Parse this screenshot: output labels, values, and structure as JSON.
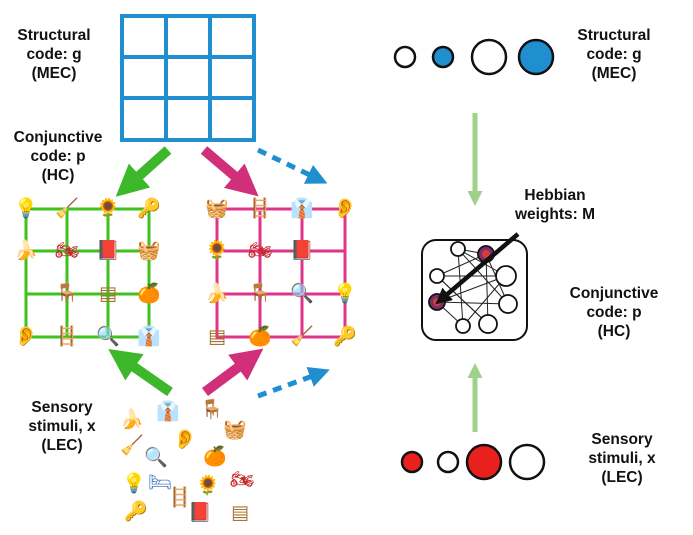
{
  "left": {
    "structural_label": [
      "Structural",
      "code: g",
      "(MEC)"
    ],
    "conjunctive_label": [
      "Conjunctive",
      "code: p",
      "(HC)"
    ],
    "sensory_label": [
      "Sensory",
      "stimuli, x",
      "(LEC)"
    ]
  },
  "right": {
    "structural_label": [
      "Structural",
      "code: g",
      "(MEC)"
    ],
    "hebbian_label": [
      "Hebbian",
      "weights: M"
    ],
    "conjunctive_label": [
      "Conjunctive",
      "code: p",
      "(HC)"
    ],
    "sensory_label": [
      "Sensory",
      "stimuli, x",
      "(LEC)"
    ]
  },
  "colors": {
    "structural": "#1f8fd0",
    "sensory": "#e8211d",
    "green_grid": "#3fc21e",
    "pink_grid": "#e0338a",
    "green_arrow": "#3db82a",
    "pink_arrow": "#d12f7a",
    "light_green_arrow": "#9fd08c"
  },
  "stimulus_icons": {
    "green_grid": [
      "lightbulb",
      "broom",
      "flower",
      "key",
      "banana",
      "motorbike",
      "book",
      "basket",
      "chair",
      "table",
      "orange",
      "ear",
      "ladder",
      "magnifier",
      "shirt"
    ],
    "pink_grid": [
      "basket",
      "ladder",
      "shirt",
      "ear",
      "flower",
      "motorbike",
      "banana",
      "book",
      "chair",
      "magnifier",
      "lightbulb",
      "table",
      "orange",
      "broom",
      "key"
    ],
    "sensory_pile": [
      "banana",
      "shirt",
      "chair",
      "broom",
      "ear",
      "basket",
      "magnifier",
      "orange",
      "lightbulb",
      "bed",
      "ladder",
      "flower",
      "motorbike",
      "key",
      "book",
      "table"
    ]
  }
}
